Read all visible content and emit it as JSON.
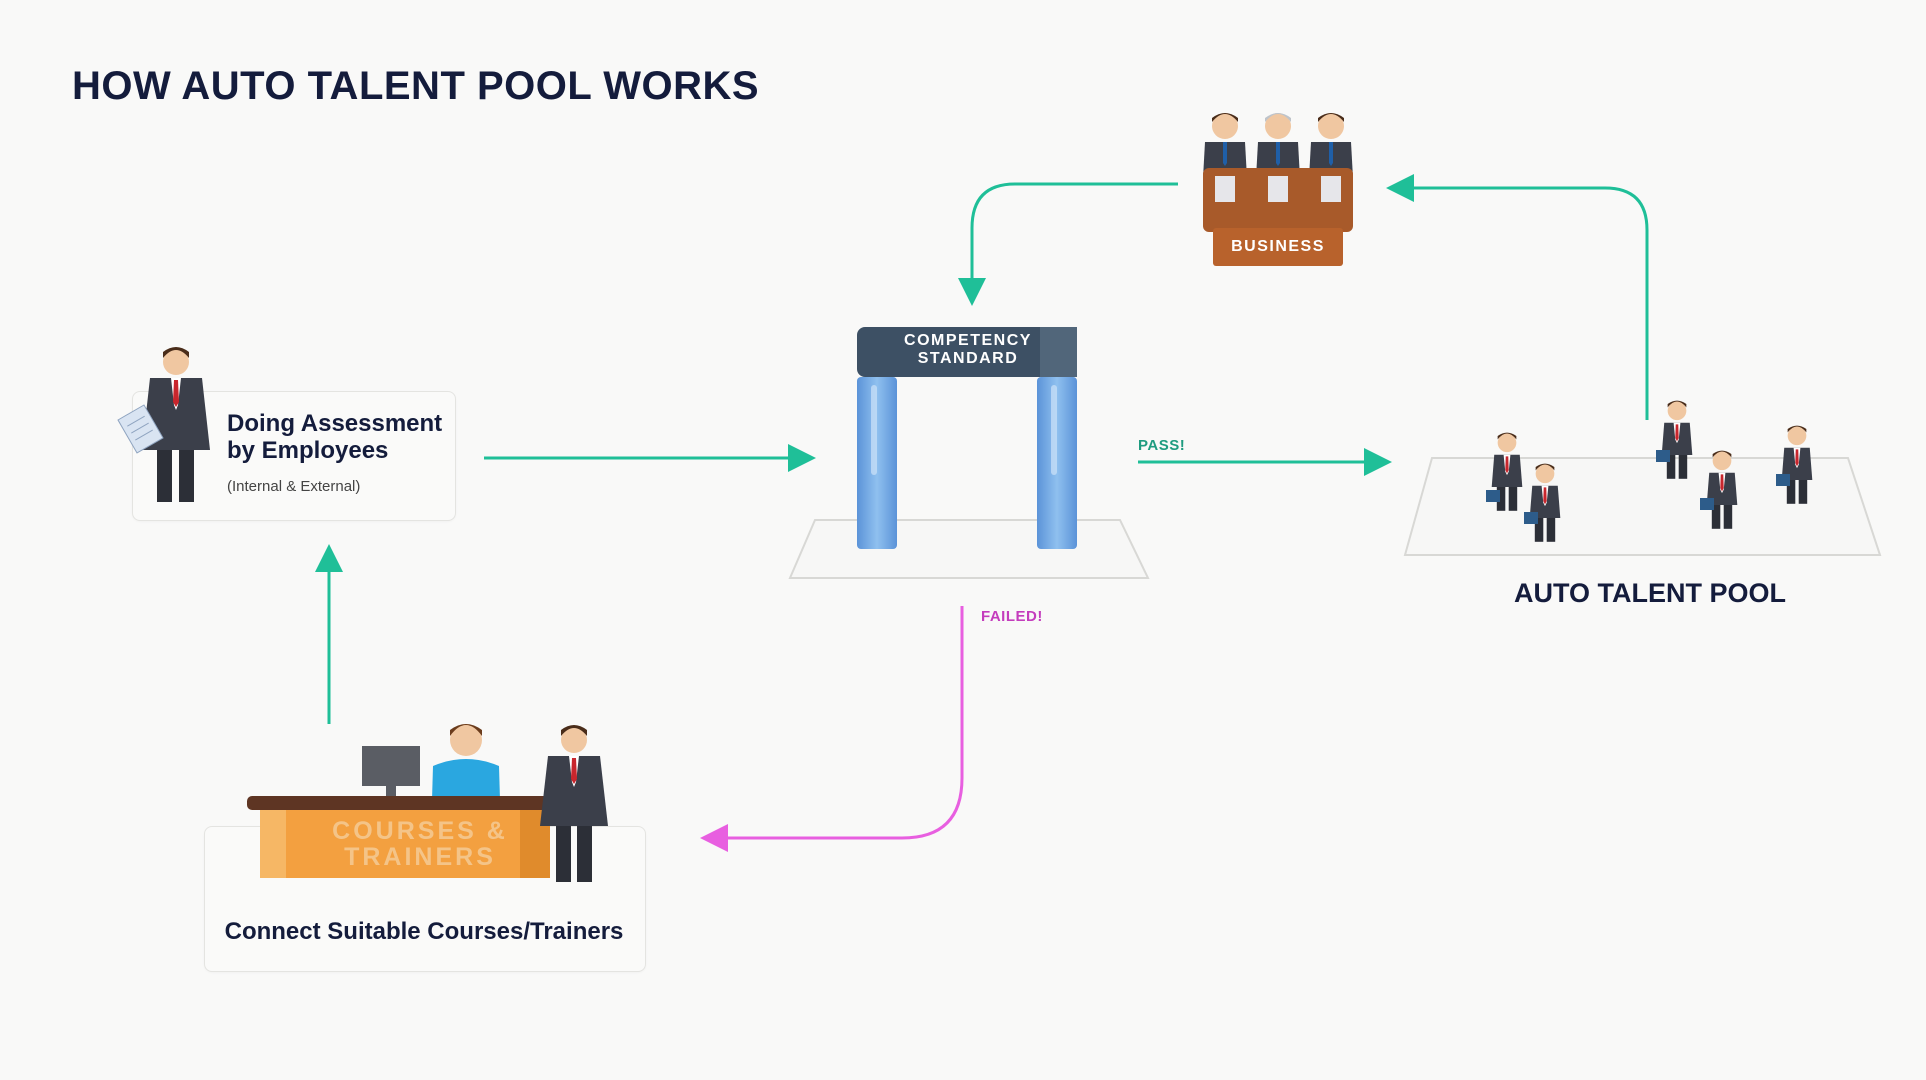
{
  "title": "HOW AUTO TALENT POOL WORKS",
  "nodes": {
    "assessment": {
      "title": "Doing Assessment by Employees",
      "subtitle": "(Internal & External)"
    },
    "gate": {
      "label": "COMPETENCY STANDARD"
    },
    "business": {
      "label": "BUSINESS"
    },
    "courses": {
      "desk_text": "COURSES & TRAINERS",
      "label": "Connect Suitable Courses/Trainers"
    },
    "pool": {
      "label": "AUTO TALENT POOL"
    }
  },
  "edges": {
    "pass": "PASS!",
    "failed": "FAILED!"
  },
  "colors": {
    "title": "#141c3c",
    "arrow_main": "#1fbf98",
    "arrow_failed": "#e85fe0",
    "gate_header": "#3d5064",
    "gate_pillar": "#6fa5e0",
    "business_desk": "#a85a2a",
    "courses_desk": "#f3a040",
    "suit": "#3b3f4a",
    "tie": "#c8262d"
  },
  "icons": [
    "businessman-with-clipboard-icon",
    "receptionist-icon",
    "businessman-icon",
    "judges-panel-icon",
    "briefcase-businessman-icon",
    "computer-monitor-icon"
  ]
}
